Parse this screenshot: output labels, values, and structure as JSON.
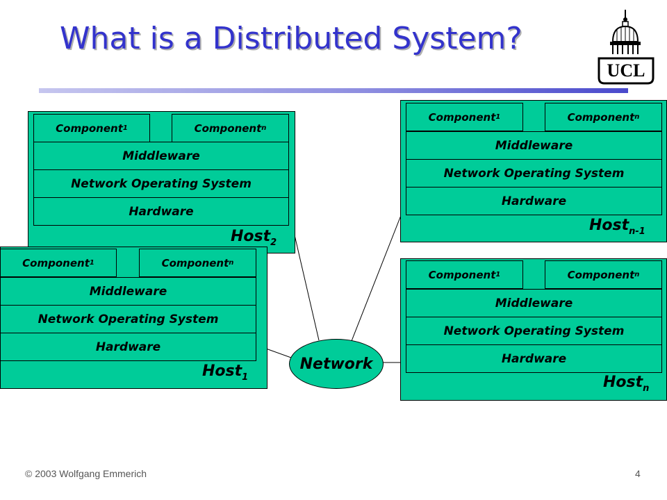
{
  "slide": {
    "title": "What is a Distributed System?",
    "footer": "© 2003 Wolfgang Emmerich",
    "page_number": "4"
  },
  "logo": {
    "text": "UCL"
  },
  "layers": {
    "component": "Component",
    "middleware": "Middleware",
    "nos": "Network Operating System",
    "hardware": "Hardware"
  },
  "host_word": "Host",
  "subscripts": {
    "first": "1",
    "last": "n"
  },
  "hosts": {
    "host2": {
      "sub": "2"
    },
    "host1": {
      "sub": "1"
    },
    "host_n_minus_1": {
      "sub": "n-1"
    },
    "host_n": {
      "sub": "n"
    }
  },
  "network": {
    "label": "Network"
  },
  "colors": {
    "title": "#3333cc",
    "box_fill": "#00cc99",
    "outline": "#000000"
  }
}
